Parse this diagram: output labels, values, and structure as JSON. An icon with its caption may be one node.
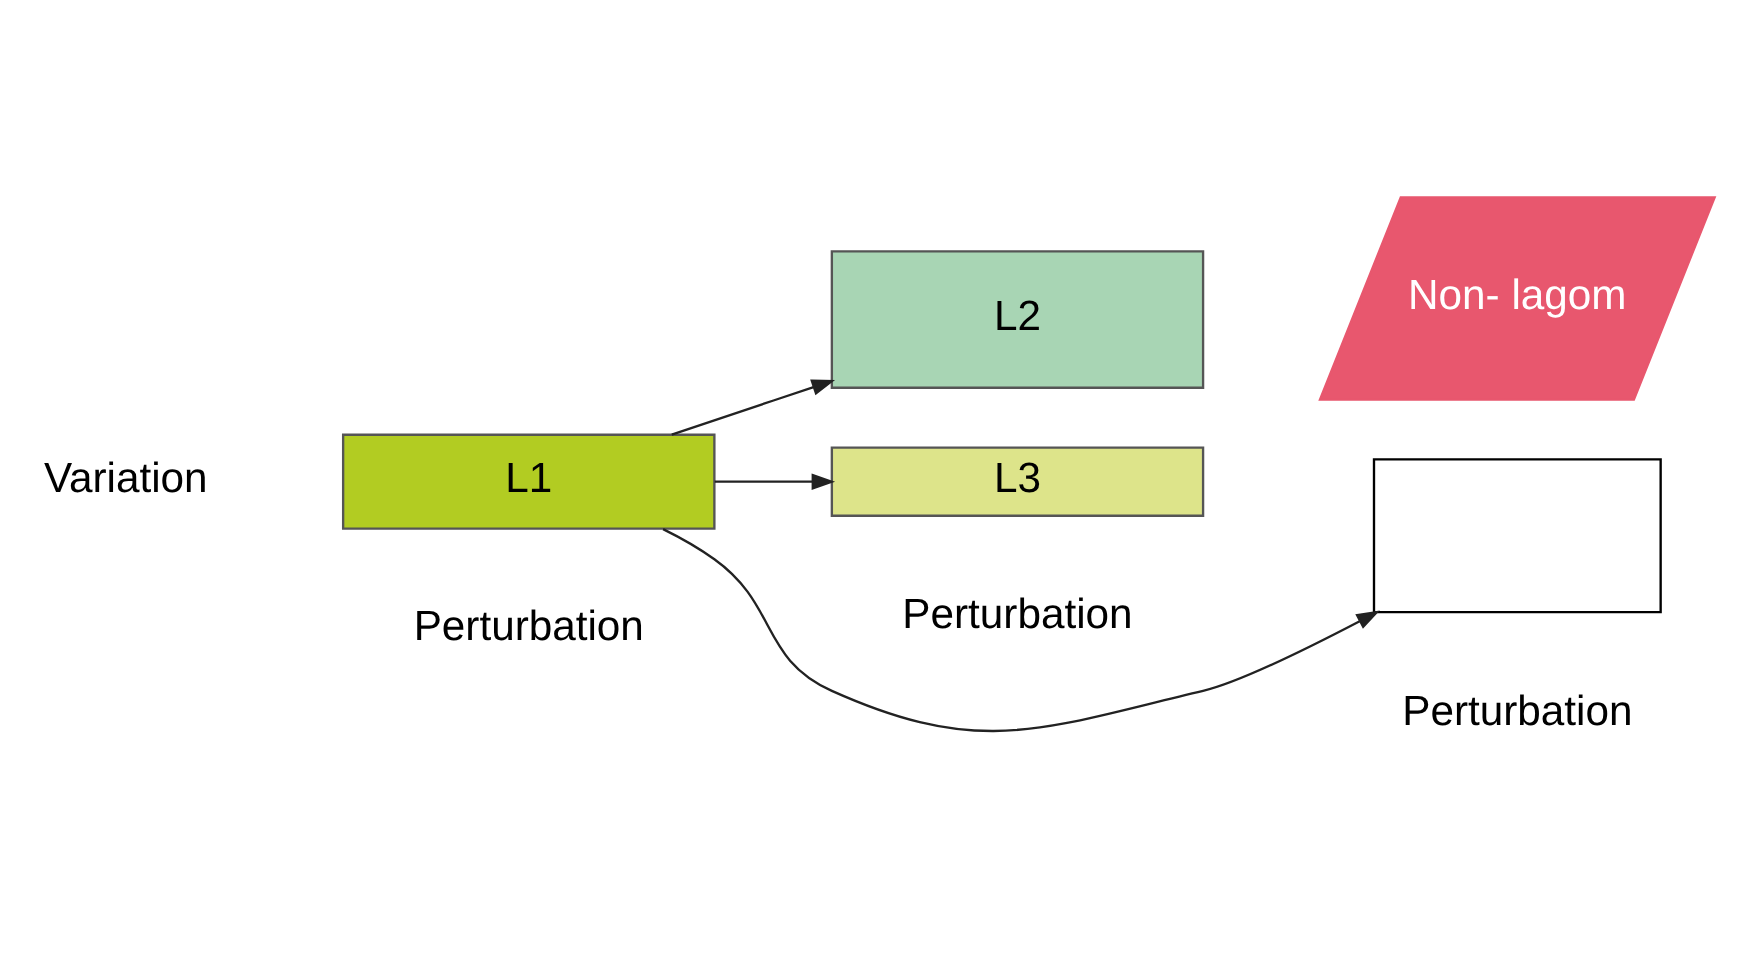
{
  "diagram": {
    "nodes": [
      {
        "text": [
          "L1"
        ]
      },
      {
        "text": [
          "L2"
        ]
      },
      {
        "text": [
          "L3"
        ]
      },
      {
        "text": [],
        "shape": "box"
      },
      {
        "text": [
          "Non- lagom"
        ]
      }
    ],
    "edges": [
      {
        "from": 0,
        "to": 1,
        "arrow": "to"
      },
      {
        "from": 0,
        "to": 2,
        "arrow": "to"
      },
      {
        "from": 0,
        "to": 3,
        "arrow": "to"
      }
    ],
    "labels": [
      "Variation",
      "Perturbation",
      "Perturbation",
      "Perturbation"
    ]
  }
}
